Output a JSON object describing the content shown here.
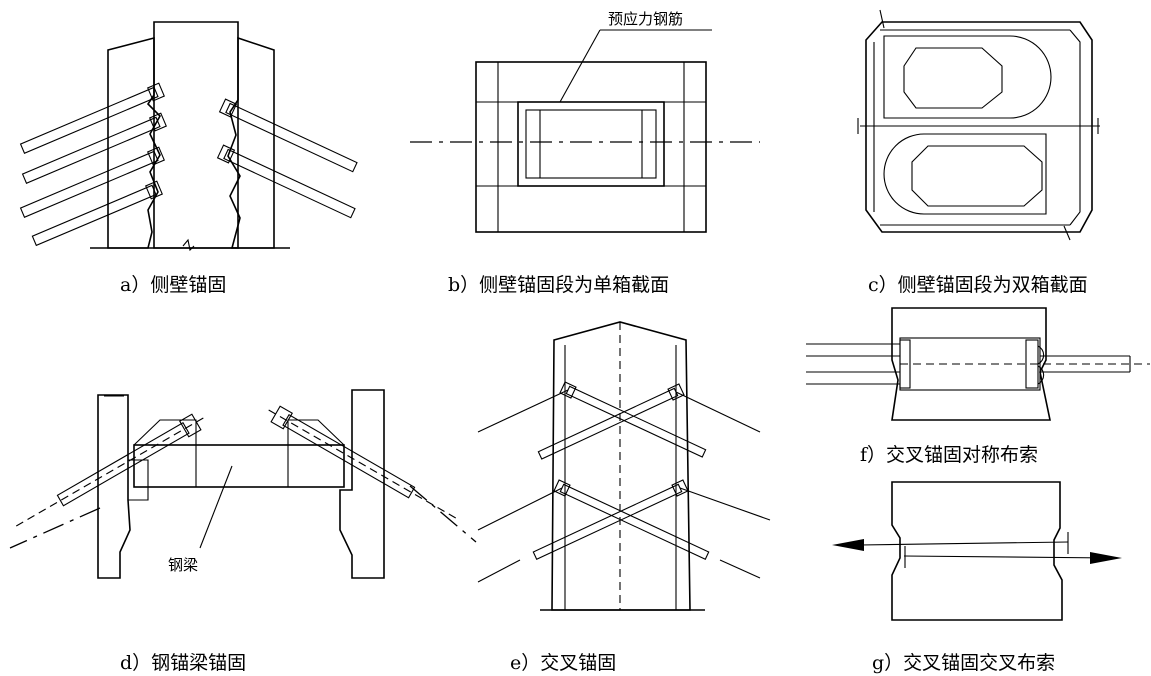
{
  "captions": {
    "a": "a）侧壁锚固",
    "b": "b）侧壁锚固段为单箱截面",
    "c": "c）侧壁锚固段为双箱截面",
    "d": "d）钢锚梁锚固",
    "e": "e）交叉锚固",
    "f": "f）交叉锚固对称布索",
    "g": "g）交叉锚固交叉布索"
  },
  "labels": {
    "prestress_tendon": "预应力钢筋",
    "steel_beam": "钢梁"
  }
}
